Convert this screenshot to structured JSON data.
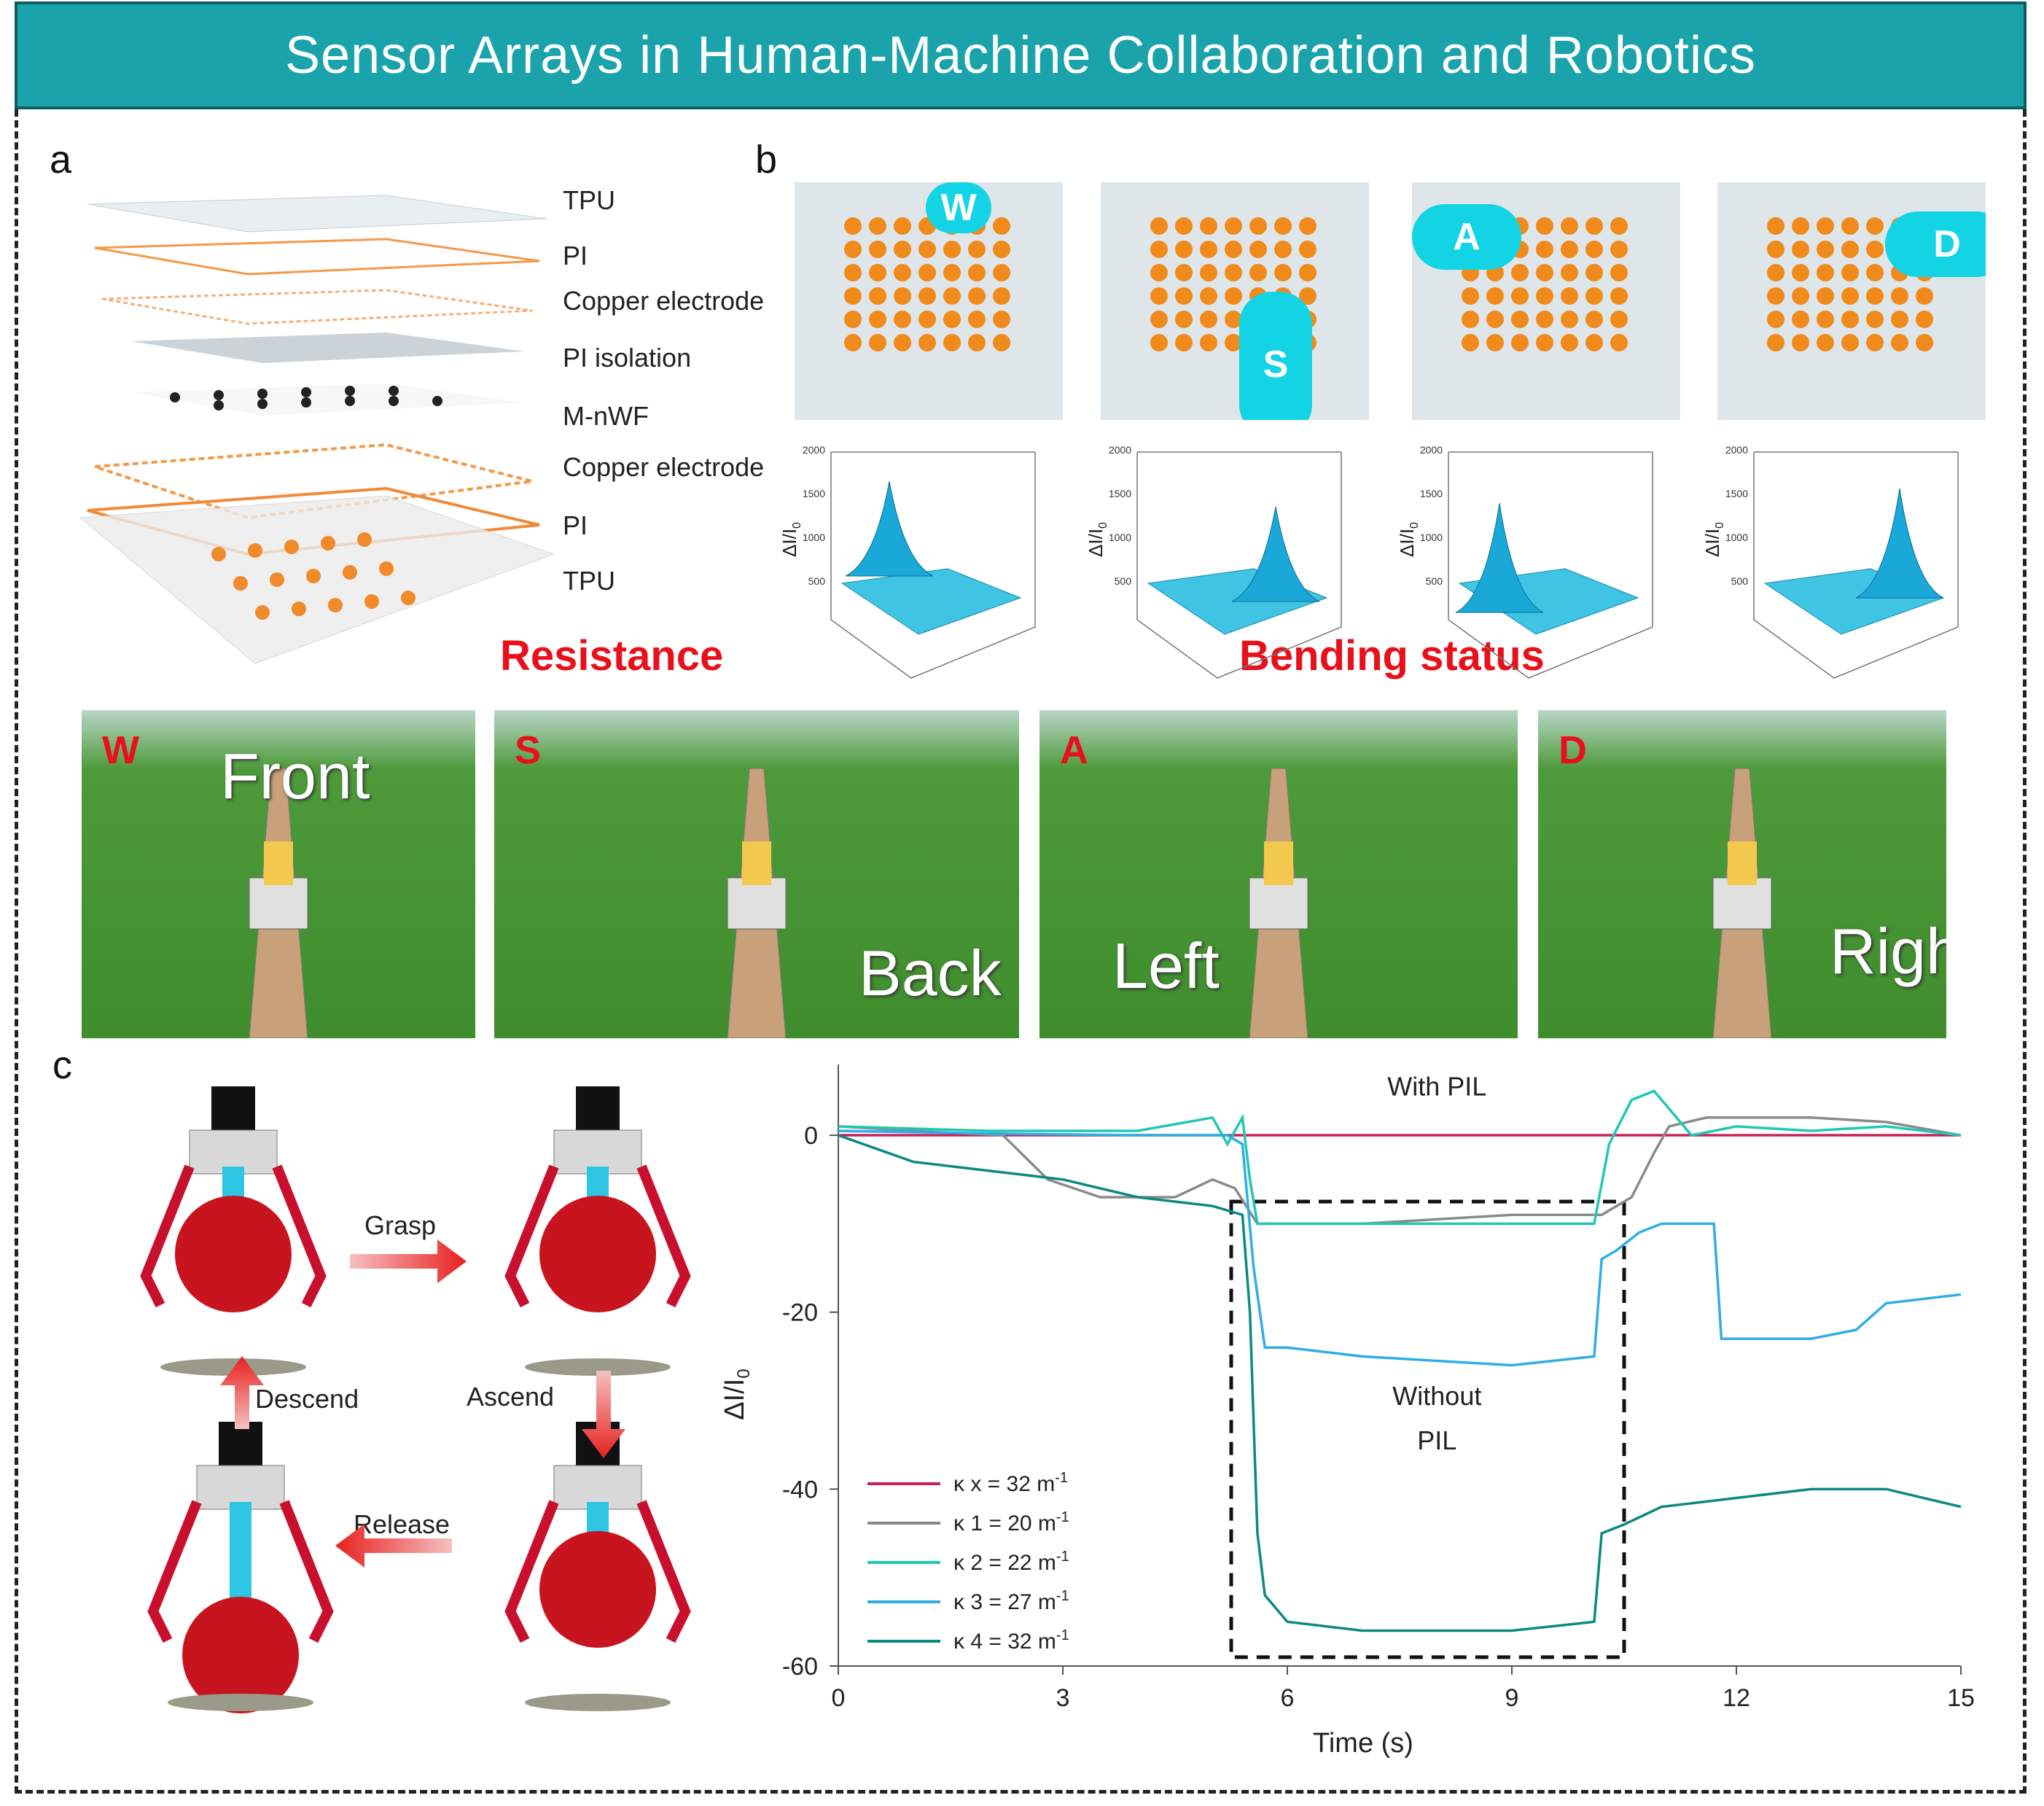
{
  "header": {
    "title": "Sensor Arrays in Human-Machine Collaboration and Robotics"
  },
  "panels": {
    "a": "a",
    "b": "b",
    "c": "c"
  },
  "panel_a": {
    "layers": [
      "TPU",
      "PI",
      "Copper electrode",
      "PI isolation",
      "M-nWF",
      "Copper electrode",
      "PI",
      "TPU"
    ],
    "caption": "Resistance"
  },
  "panel_b": {
    "keys": [
      "W",
      "S",
      "A",
      "D"
    ],
    "caption": "Bending status",
    "surface_ticks": [
      "2000",
      "1500",
      "1000",
      "500"
    ],
    "surface_ylabel": "ΔI/I",
    "surface_ylabel_sub": "0"
  },
  "game": [
    {
      "key": "W",
      "word": "Front"
    },
    {
      "key": "S",
      "word": "Back"
    },
    {
      "key": "A",
      "word": "Left"
    },
    {
      "key": "D",
      "word": "Right"
    }
  ],
  "panel_c": {
    "actions": {
      "grasp": "Grasp",
      "ascend": "Ascend",
      "release": "Release",
      "descend": "Descend"
    }
  },
  "colors": {
    "banner": "#1ba3ab",
    "key_red": "#e8101a",
    "glove": "#12d4e4"
  },
  "chart_data": {
    "type": "line",
    "xlabel": "Time (s)",
    "ylabel": "ΔI/I",
    "ylabel_sub": "0",
    "xlim": [
      0,
      15
    ],
    "ylim": [
      -60,
      8
    ],
    "xticks": [
      "0",
      "3",
      "6",
      "9",
      "12",
      "15"
    ],
    "yticks": [
      "0",
      "-20",
      "-40",
      "-60"
    ],
    "annotations": {
      "with": "With PIL",
      "without_1": "Without",
      "without_2": "PIL"
    },
    "series": [
      {
        "name": "κ x = 32 m",
        "sup": "-1",
        "color": "#c8205a",
        "x": [
          0,
          15
        ],
        "y": [
          0,
          0
        ]
      },
      {
        "name": "κ 1 = 20 m",
        "sup": "-1",
        "color": "#8a8a8a",
        "x": [
          0,
          1.0,
          2.2,
          2.8,
          3.5,
          4.5,
          5.0,
          5.3,
          5.6,
          7,
          9,
          10.2,
          10.6,
          10.9,
          11.1,
          11.6,
          13,
          14,
          15
        ],
        "y": [
          1,
          0.5,
          0,
          -5,
          -7,
          -7,
          -5,
          -6,
          -10,
          -10,
          -9,
          -9,
          -7,
          -2,
          1,
          2,
          2,
          1.5,
          0
        ]
      },
      {
        "name": "κ 2 = 22 m",
        "sup": "-1",
        "color": "#20c8b4",
        "x": [
          0,
          2,
          4,
          5.0,
          5.2,
          5.4,
          5.5,
          5.6,
          7,
          9,
          10.1,
          10.3,
          10.6,
          10.9,
          11.1,
          11.4,
          12,
          13,
          14,
          15
        ],
        "y": [
          1,
          0.5,
          0.5,
          2,
          -1,
          2,
          -5,
          -10,
          -10,
          -10,
          -10,
          -1,
          4,
          5,
          3,
          0,
          1,
          0.5,
          1,
          0
        ]
      },
      {
        "name": "κ 3 = 27 m",
        "sup": "-1",
        "color": "#2eaee6",
        "x": [
          0,
          2,
          4,
          5.2,
          5.4,
          5.55,
          5.7,
          6,
          7,
          9,
          10.1,
          10.2,
          10.4,
          10.7,
          11.0,
          11.7,
          11.8,
          12,
          13,
          13.6,
          14,
          15
        ],
        "y": [
          0.5,
          0.2,
          0,
          0,
          -1,
          -15,
          -24,
          -24,
          -25,
          -26,
          -25,
          -14,
          -13,
          -11,
          -10,
          -10,
          -23,
          -23,
          -23,
          -22,
          -19,
          -18
        ]
      },
      {
        "name": "κ 4 = 32 m",
        "sup": "-1",
        "color": "#0b8a80",
        "x": [
          0,
          1,
          2,
          3,
          4,
          5,
          5.4,
          5.5,
          5.6,
          5.7,
          6,
          7,
          9,
          10.1,
          10.2,
          10.5,
          11,
          12,
          13,
          14,
          15
        ],
        "y": [
          0,
          -3,
          -4,
          -5,
          -7,
          -8,
          -9,
          -20,
          -45,
          -52,
          -55,
          -56,
          -56,
          -55,
          -45,
          -44,
          -42,
          -41,
          -40,
          -40,
          -42
        ]
      }
    ]
  }
}
